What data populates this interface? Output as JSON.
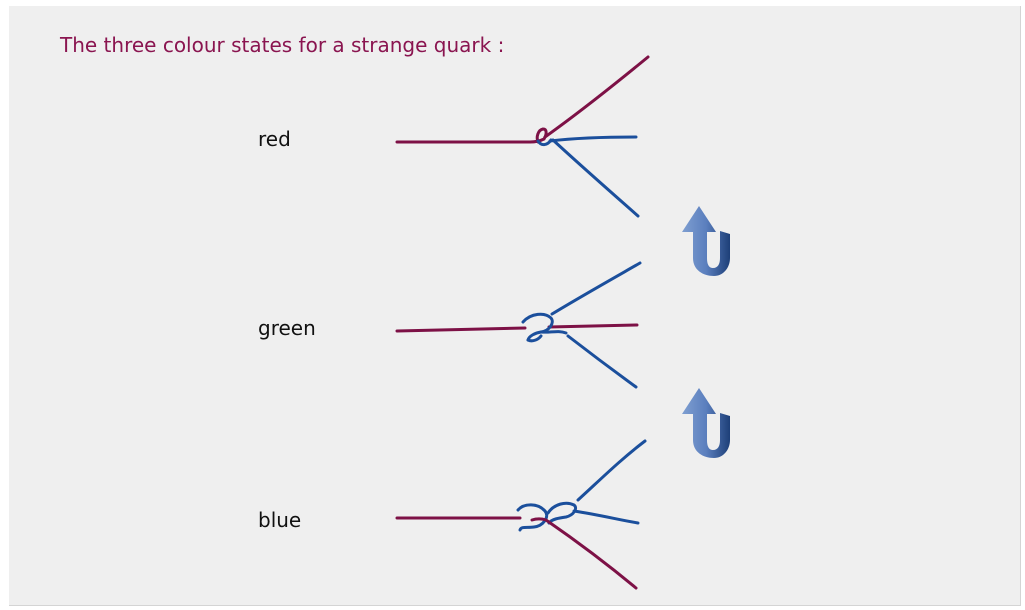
{
  "title": "The three colour states for a strange quark :",
  "states": [
    {
      "label": "red"
    },
    {
      "label": "green"
    },
    {
      "label": "blue"
    }
  ],
  "colors": {
    "title_text": "#8a1550",
    "maroon_strand": "#7d1146",
    "blue_strand": "#1b4f9c",
    "arrow_light": "#6d8fc6",
    "arrow_dark": "#1d3f78",
    "panel": "#efefef"
  },
  "icons": [
    "rotate-arrow-icon",
    "rotate-arrow-icon"
  ]
}
